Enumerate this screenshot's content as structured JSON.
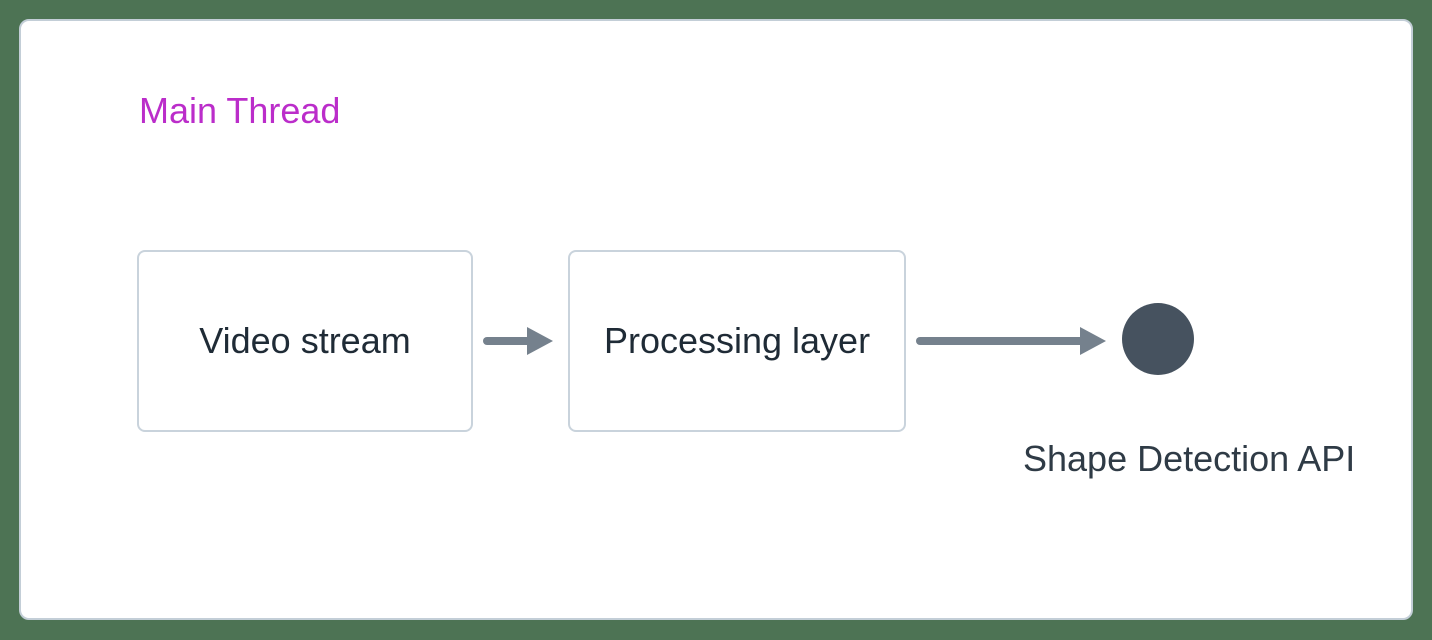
{
  "diagram": {
    "container_label": "Main Thread",
    "nodes": [
      {
        "id": "video-stream",
        "label": "Video stream",
        "type": "box"
      },
      {
        "id": "processing-layer",
        "label": "Processing layer",
        "type": "box"
      },
      {
        "id": "shape-detection-api",
        "label": "Shape Detection API",
        "type": "circle"
      }
    ],
    "edges": [
      {
        "from": "video-stream",
        "to": "processing-layer",
        "style": "arrow"
      },
      {
        "from": "processing-layer",
        "to": "shape-detection-api",
        "style": "arrow"
      }
    ]
  },
  "colors": {
    "page-bg": "#4d7354",
    "card-bg": "#ffffff",
    "card-border": "#c3ced7",
    "box-border": "#c9d3dc",
    "box-text": "#1f2b36",
    "label-accent": "#bb2dca",
    "arrow": "#75818d",
    "node-circle": "#46525f",
    "caption-text": "#2f3b46"
  }
}
